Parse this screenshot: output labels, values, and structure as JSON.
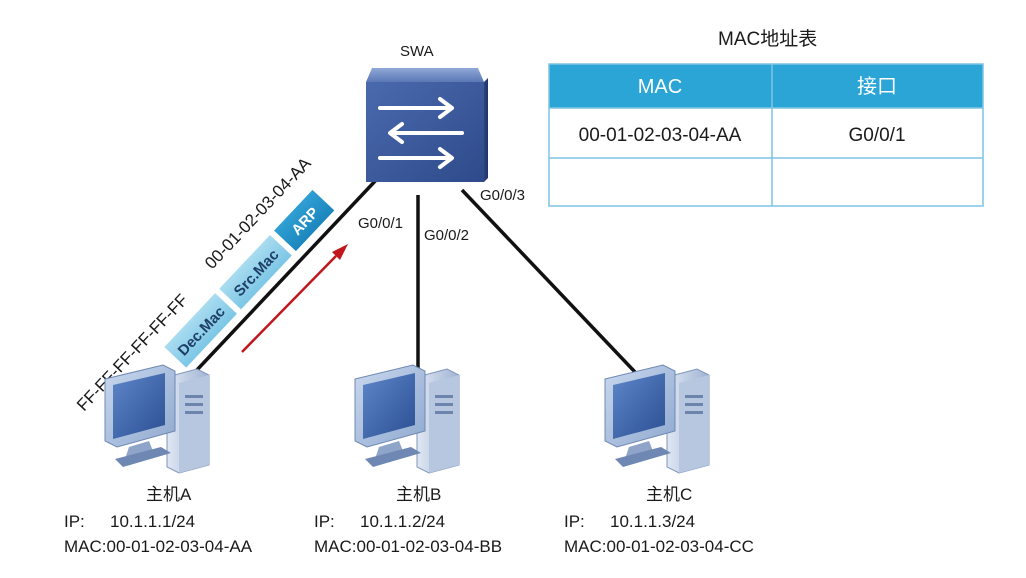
{
  "switch": {
    "label": "SWA"
  },
  "ports": {
    "p1": "G0/0/1",
    "p2": "G0/0/2",
    "p3": "G0/0/3"
  },
  "mac_table": {
    "title": "MAC地址表",
    "headers": [
      "MAC",
      "接口"
    ],
    "rows": [
      [
        "00-01-02-03-04-AA",
        "G0/0/1"
      ],
      [
        "",
        ""
      ]
    ],
    "header_color": "#2aa5d6"
  },
  "packet": {
    "fields": [
      "Dec.Mac",
      "Src.Mac",
      "ARP"
    ],
    "dest_mac": "FF-FF-FF-FF-FF-FF",
    "src_mac": "00-01-02-03-04-AA",
    "arrow_color": "#c0161c"
  },
  "hosts": [
    {
      "name": "主机A",
      "ip_label": "IP:",
      "ip": "10.1.1.1/24",
      "mac": "MAC:00-01-02-03-04-AA"
    },
    {
      "name": "主机B",
      "ip_label": "IP:",
      "ip": "10.1.1.2/24",
      "mac": "MAC:00-01-02-03-04-BB"
    },
    {
      "name": "主机C",
      "ip_label": "IP:",
      "ip": "10.1.1.3/24",
      "mac": "MAC:00-01-02-03-04-CC"
    }
  ]
}
